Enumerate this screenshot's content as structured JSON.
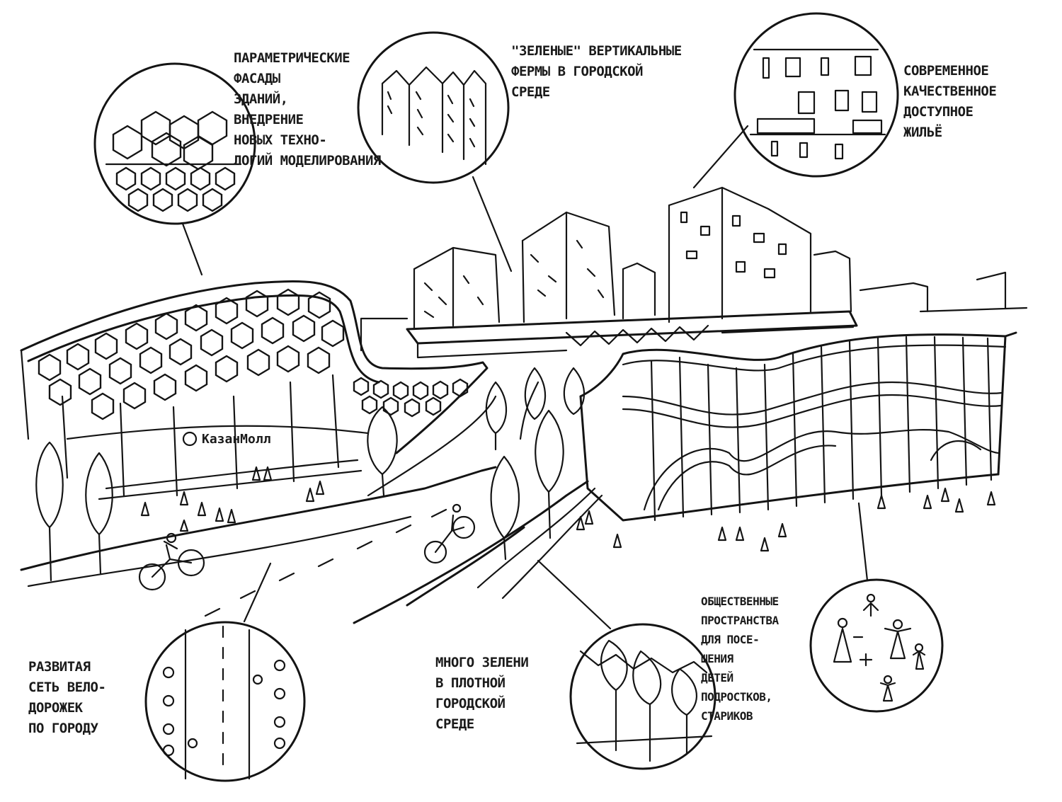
{
  "callouts": {
    "parametric": "ПАРАМЕТРИЧЕСКИЕ\nФАСАДЫ\nЗДАНИЙ,\nВНЕДРЕНИЕ\nНОВЫХ ТЕХНО-\nЛОГИЙ МОДЕЛИРОВАНИЯ",
    "green_vertical": "\"ЗЕЛЕНЫЕ\" ВЕРТИКАЛЬНЫЕ\nФЕРМЫ В ГОРОДСКОЙ\nСРЕДЕ",
    "housing": "СОВРЕМЕННОЕ\nКАЧЕСТВЕННОЕ\nДОСТУПНОЕ\nЖИЛЬЁ",
    "bike_network": "РАЗВИТАЯ\nСЕТЬ ВЕЛО-\nДОРОЖЕК\nПО ГОРОДУ",
    "greenery": "МНОГО ЗЕЛЕНИ\nВ ПЛОТНОЙ\nГОРОДСКОЙ\nСРЕДЕ",
    "public_spaces": "ОБЩЕСТВЕННЫЕ\nПРОСТРАНСТВА\nДЛЯ ПОСЕ-\nЩЕНИЯ\nДЕТЕЙ\nПОДРОСТКОВ,\nСТАРИКОВ"
  },
  "mall_sign": "КазанМолл",
  "icons": {
    "mall_logo": "circle-k-icon",
    "cyclist": "cyclist-icon",
    "person": "person-icon",
    "tree": "tree-icon"
  }
}
